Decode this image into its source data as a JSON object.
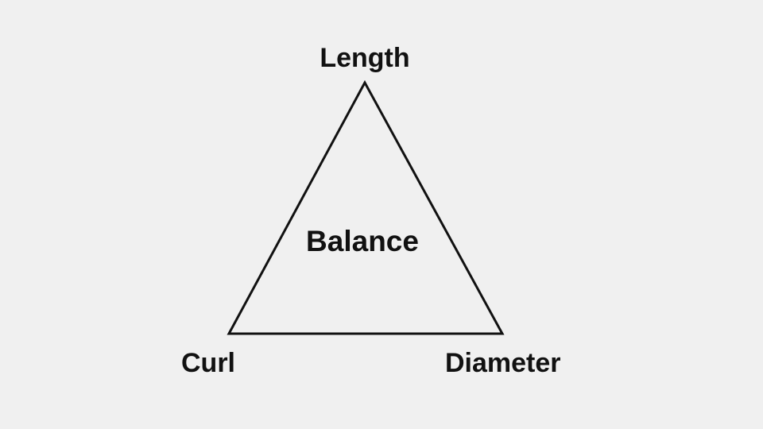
{
  "diagram": {
    "center_label": "Balance",
    "vertices": {
      "top": "Length",
      "bottom_left": "Curl",
      "bottom_right": "Diameter"
    }
  },
  "colors": {
    "background": "#f0f0f0",
    "stroke": "#111111",
    "text": "#111111"
  }
}
